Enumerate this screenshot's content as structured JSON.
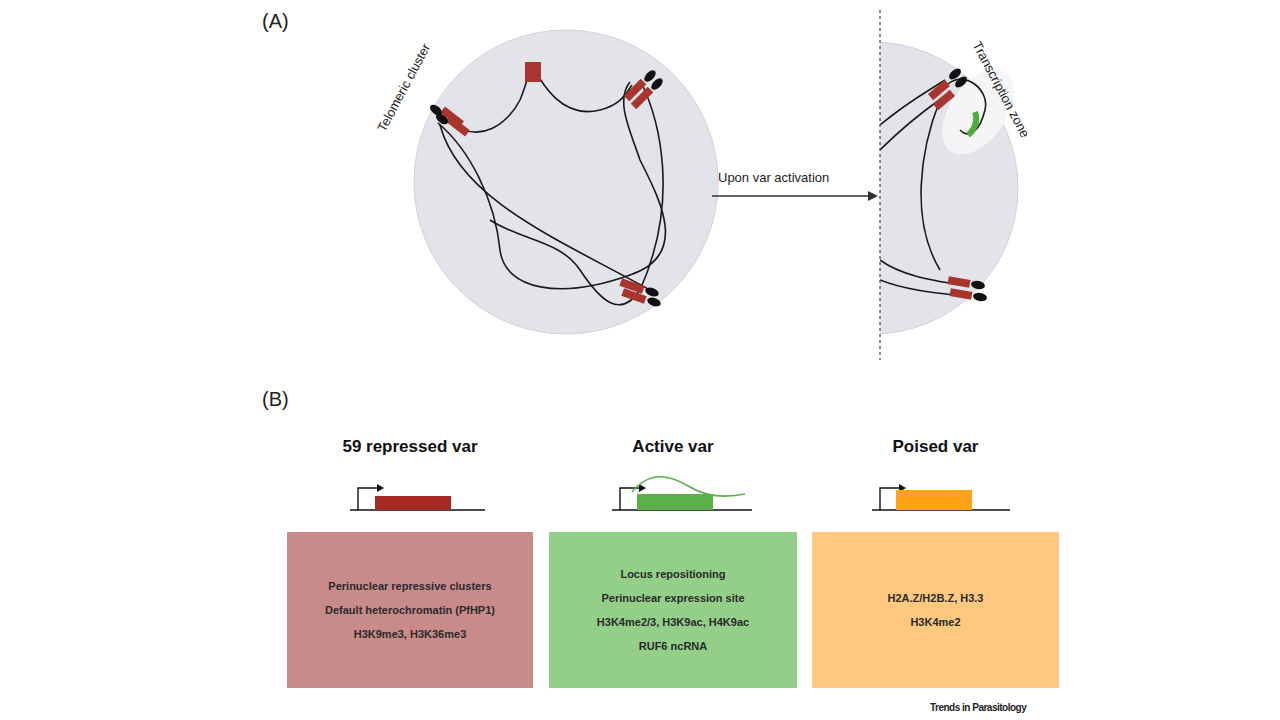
{
  "diagram": {
    "nodes": [
      {
        "text": [
          "59 repressed var",
          "Perinuclear repressive clusters",
          "Default heterochromatin (PfHP1)",
          "H3K9me3, H3K36me3"
        ]
      },
      {
        "text": [
          "Active var",
          "Locus repositioning",
          "Perinuclear expression site",
          "H3K4me2/3, H3K9ac, H4K9ac",
          "RUF6 ncRNA"
        ]
      },
      {
        "text": [
          "Poised var",
          "H2A.Z/H2B.Z, H3.3",
          "H3K4me2"
        ]
      }
    ],
    "edges": [],
    "labels": [
      "(A)",
      "Telomeric cluster",
      "Upon var activation",
      "Transcription zone",
      "(B)",
      "Trends in Parasitology"
    ]
  }
}
